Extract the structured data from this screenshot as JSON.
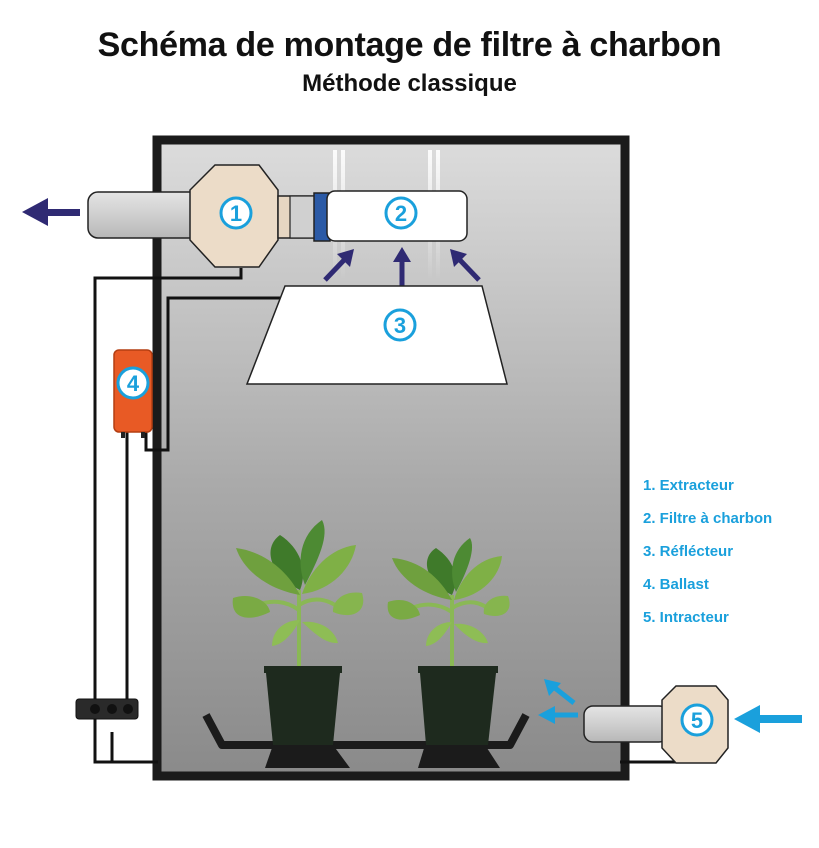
{
  "title": "Schéma de montage de filtre à charbon",
  "subtitle": "Méthode classique",
  "labels": {
    "extracteur": "1",
    "filtre": "2",
    "reflecteur": "3",
    "ballast": "4",
    "intracteur": "5"
  },
  "legend": [
    "1. Extracteur",
    "2. Filtre à charbon",
    "3. Réflécteur",
    "4. Ballast",
    "5. Intracteur"
  ],
  "colors": {
    "accent": "#1aa0dc",
    "arrow_out": "#2f2a73",
    "ballast": "#e85a25",
    "fan_body": "#ecdcc8",
    "tent_frame": "#1b1b1b",
    "leaf": "#6f9e3a",
    "pot": "#1e2a1e"
  }
}
